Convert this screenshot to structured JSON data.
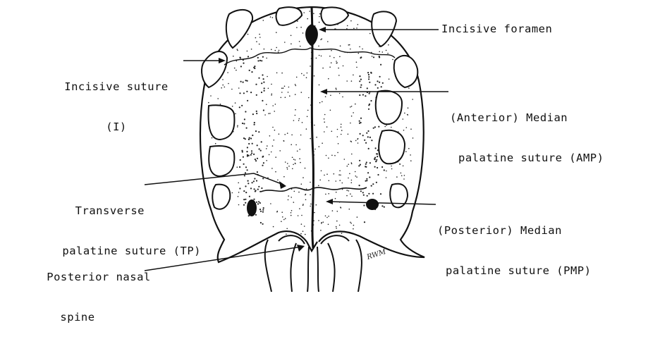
{
  "labels": {
    "incisive_foramen": "Incisive foramen",
    "incisive_suture_line1": "Incisive suture",
    "incisive_suture_line2": "(I)",
    "anterior_median_line1": "(Anterior) Median",
    "anterior_median_line2": "palatine suture (AMP)",
    "transverse_line1": "Transverse",
    "transverse_line2": "palatine suture (TP)",
    "posterior_median_line1": "(Posterior) Median",
    "posterior_median_line2": "palatine suture (PMP)",
    "posterior_nasal_line1": "Posterior nasal",
    "posterior_nasal_line2": "spine"
  },
  "signature": "RWM",
  "colors": {
    "ink": "#111111",
    "background": "#ffffff"
  }
}
